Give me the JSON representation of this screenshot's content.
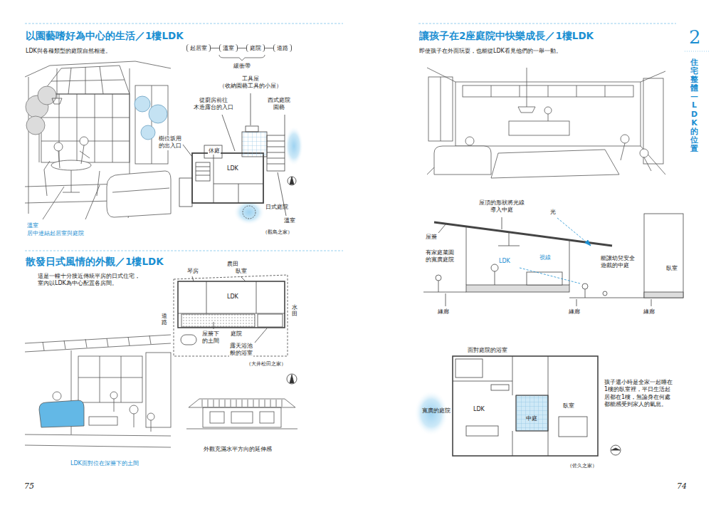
{
  "diagram": {
    "nodes": [
      {
        "text": [
          "起居室"
        ]
      },
      {
        "text": [
          "溫室"
        ]
      },
      {
        "text": [
          "庭院"
        ]
      },
      {
        "text": [
          "道路"
        ]
      }
    ],
    "edges": [
      {
        "from": 0,
        "to": 1,
        "arrow": "none"
      },
      {
        "from": 1,
        "to": 2,
        "arrow": "none"
      },
      {
        "from": 2,
        "to": 3,
        "arrow": "none"
      }
    ],
    "labels": [
      "以園藝嗜好為中心的生活／1樓LDK",
      "LDK與各種類型的庭院自然相連。",
      "緩衝帶",
      "工具屋 （收納園藝工具的小屋）",
      "從廚房前往 木造露台的入口",
      "西式庭院 園藝",
      "樹位坂用 的出入口",
      "休庭",
      "LDK",
      "日式庭院",
      "溫室",
      "（觀島之家）",
      "溫室",
      "居中連結起居室與庭院",
      "散發日式風情的外觀／1樓LDK",
      "這是一幢十分接近傳統平房的日式住宅， 室內以LDK為中心配置各房間。",
      "農田",
      "琴房",
      "臥室",
      "LDK",
      "道路",
      "水田",
      "屋簷下 的土間",
      "庭院",
      "露天浴池 般的浴室",
      "（大井松田之家）",
      "外觀充滿水平方向的延伸感",
      "LDK面對位在深簷下的土間",
      "75",
      "讓孩子在2座庭院中快樂成長／1樓LDK",
      "即使孩子在外面玩耍，也能從LDK看見他們的一舉一動。",
      "屋頂的形狀將光線 導入中庭",
      "光",
      "屋簷",
      "有家庭菜園 的寬廣庭院",
      "視線",
      "LDK",
      "能讓幼兒安全 遊戲的中庭",
      "臥室",
      "緣廊",
      "緣廊",
      "緣廊",
      "面對庭院的浴室",
      "寬廣的庭院",
      "LDK",
      "中庭",
      "臥室",
      "孩子還小時是全家一起睡在1樓的臥室裡，平日生活起居都在1樓，無論身在何處都能感受到家人的氣息。",
      "（佐久之家）",
      "74",
      "2",
      "住宅整體—LDK的位置"
    ]
  }
}
